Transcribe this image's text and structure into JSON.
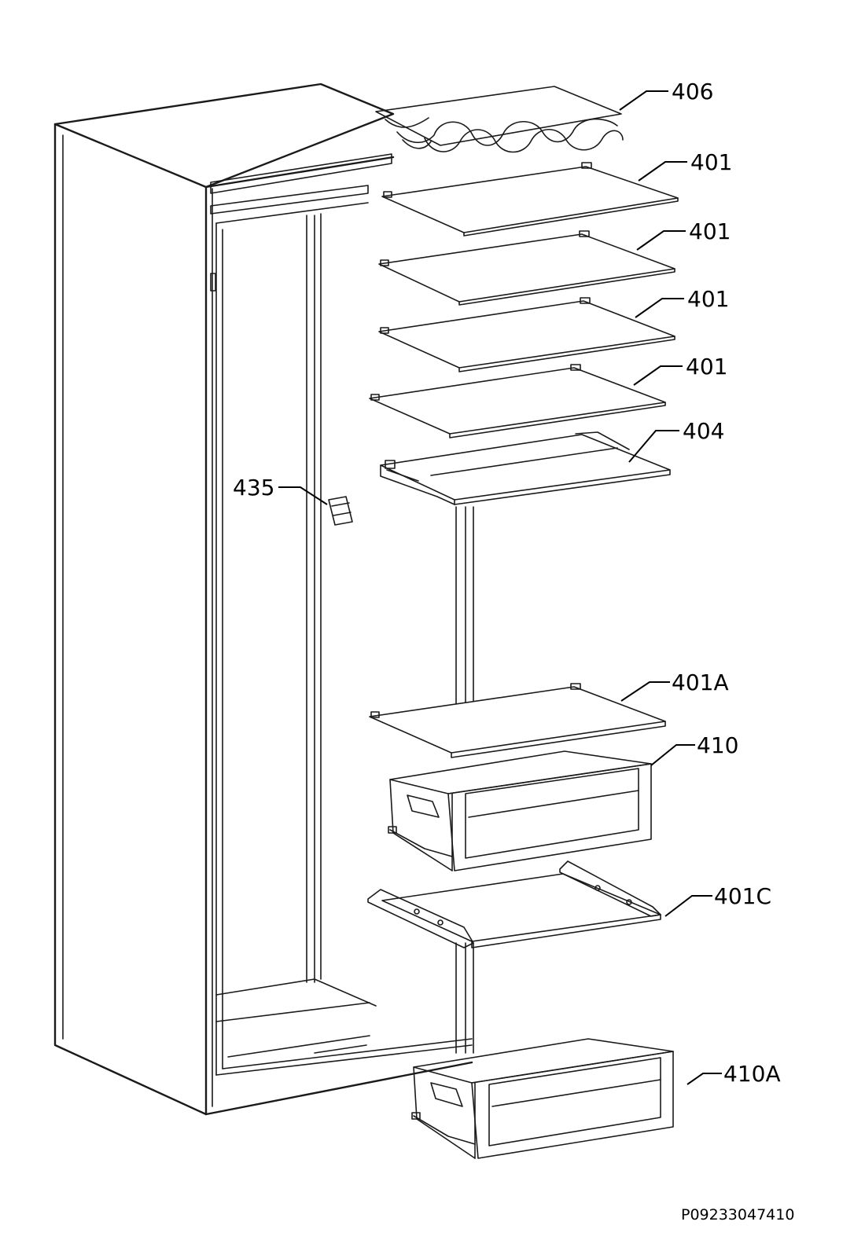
{
  "callouts": [
    {
      "id": "406",
      "label": "406"
    },
    {
      "id": "401_1",
      "label": "401"
    },
    {
      "id": "401_2",
      "label": "401"
    },
    {
      "id": "401_3",
      "label": "401"
    },
    {
      "id": "401_4",
      "label": "401"
    },
    {
      "id": "404",
      "label": "404"
    },
    {
      "id": "435",
      "label": "435"
    },
    {
      "id": "401A",
      "label": "401A"
    },
    {
      "id": "410",
      "label": "410"
    },
    {
      "id": "401C",
      "label": "401C"
    },
    {
      "id": "410A",
      "label": "410A"
    }
  ],
  "document_number": "P09233047410"
}
